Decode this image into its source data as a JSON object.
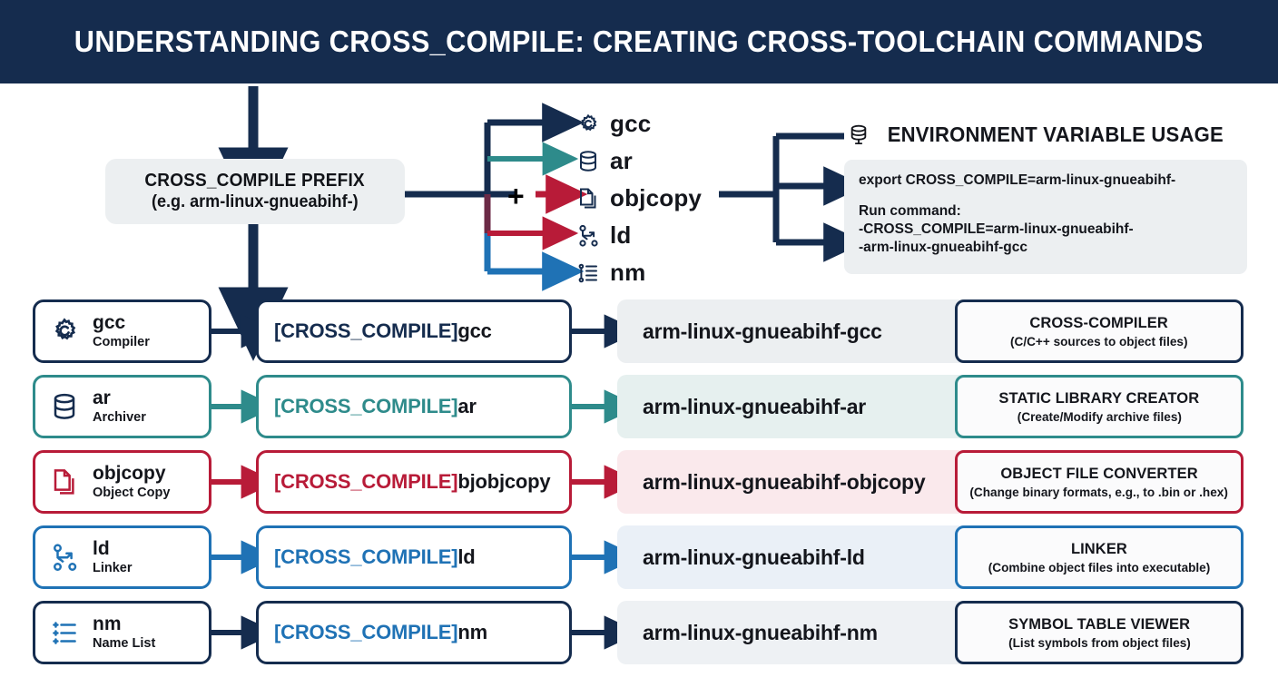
{
  "header": {
    "title": "UNDERSTANDING CROSS_COMPILE: CREATING CROSS-TOOLCHAIN COMMANDS"
  },
  "prefix": {
    "title": "CROSS_COMPILE PREFIX",
    "subtitle": "(e.g. arm-linux-gnueabihf-)"
  },
  "plus": "+",
  "tool_list": [
    {
      "icon": "gear-icon",
      "name": "gcc",
      "color": "#152c4e"
    },
    {
      "icon": "database-icon",
      "name": "ar",
      "color": "#2e8b8b"
    },
    {
      "icon": "copy-icon",
      "name": "objcopy",
      "color": "#b81b38"
    },
    {
      "icon": "branch-icon",
      "name": "ld",
      "color": "#b81b38"
    },
    {
      "icon": "list-icon",
      "name": "nm",
      "color": "#1f72b5"
    }
  ],
  "env": {
    "icon": "database-icon",
    "heading": "ENVIRONMENT VARIABLE USAGE",
    "export_line": "export CROSS_COMPILE=arm-linux-gnueabihf-",
    "run_label": "Run command:",
    "run_line1": "-CROSS_COMPILE=arm-linux-gnueabihf-",
    "run_line2": "-arm-linux-gnueabihf-gcc"
  },
  "rows": [
    {
      "theme": "c-navy",
      "icon": "gear-icon",
      "tool": "gcc",
      "tool_desc": "Compiler",
      "cmd_prefix": "[CROSS_COMPILE]",
      "cmd_suffix": "gcc",
      "result": "arm-linux-gnueabihf-gcc",
      "role_title": "CROSS-COMPILER",
      "role_sub": "(C/C++ sources to object files)",
      "accent": "#152c4e"
    },
    {
      "theme": "c-teal",
      "icon": "database-icon",
      "tool": "ar",
      "tool_desc": "Archiver",
      "cmd_prefix": "[CROSS_COMPILE]",
      "cmd_suffix": "ar",
      "result": "arm-linux-gnueabihf-ar",
      "role_title": "STATIC LIBRARY CREATOR",
      "role_sub": "(Create/Modify archive files)",
      "accent": "#2e8b8b"
    },
    {
      "theme": "c-red",
      "icon": "copy-icon",
      "tool": "objcopy",
      "tool_desc": "Object Copy",
      "cmd_prefix": "[CROSS_COMPILE]",
      "cmd_suffix": "bjobjcopy",
      "result": "arm-linux-gnueabihf-objcopy",
      "role_title": "OBJECT FILE CONVERTER",
      "role_sub": "(Change binary formats, e.g., to .bin or .hex)",
      "accent": "#b81b38"
    },
    {
      "theme": "c-blue",
      "icon": "branch-icon",
      "tool": "ld",
      "tool_desc": "Linker",
      "cmd_prefix": "[CROSS_COMPILE]",
      "cmd_suffix": "ld",
      "result": "arm-linux-gnueabihf-ld",
      "role_title": "LINKER",
      "role_sub": "(Combine object files into executable)",
      "accent": "#1f72b5"
    },
    {
      "theme": "c-nm",
      "icon": "list-icon",
      "tool": "nm",
      "tool_desc": "Name List",
      "cmd_prefix": "[CROSS_COMPILE]",
      "cmd_suffix": "nm",
      "result": "arm-linux-gnueabihf-nm",
      "role_title": "SYMBOL TABLE VIEWER",
      "role_sub": "(List symbols from object files)",
      "accent": "#152c4e"
    }
  ],
  "colors": {
    "header_bg": "#152c4e",
    "navy": "#152c4e",
    "teal": "#2e8b8b",
    "red": "#b81b38",
    "blue": "#1f72b5",
    "panel": "#eceff1"
  }
}
